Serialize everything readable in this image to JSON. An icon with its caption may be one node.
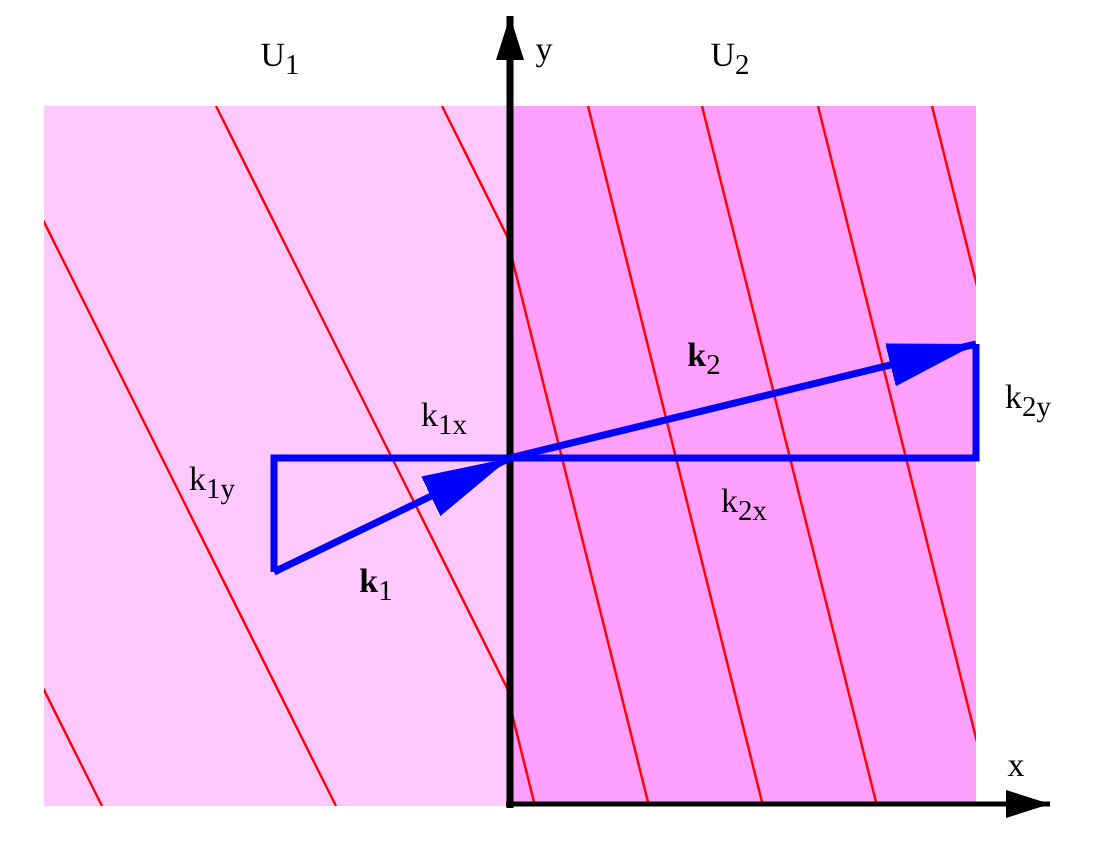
{
  "diagram": {
    "labels": [
      "U$_{1}$",
      "y",
      "U$_{2}$",
      "**k**$_{2}$",
      "k$_{1x}$",
      "k$_{2y}$",
      "k$_{1y}$",
      "k$_{2x}$",
      "**k**$_{1}$",
      "x"
    ]
  }
}
